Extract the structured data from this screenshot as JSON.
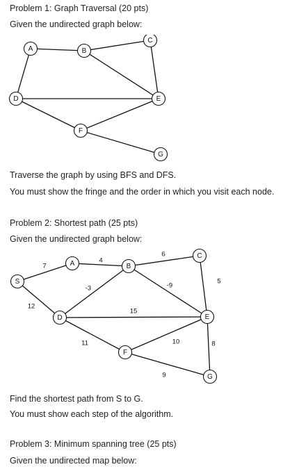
{
  "problem1": {
    "title": "Problem 1: Graph Traversal (20 pts)",
    "intro": "Given the undirected graph below:",
    "graph": {
      "nodes": [
        "A",
        "B",
        "C",
        "D",
        "E",
        "F",
        "G"
      ],
      "edges": [
        [
          "A",
          "B"
        ],
        [
          "B",
          "C"
        ],
        [
          "A",
          "D"
        ],
        [
          "B",
          "E"
        ],
        [
          "C",
          "E"
        ],
        [
          "D",
          "E"
        ],
        [
          "D",
          "F"
        ],
        [
          "F",
          "E"
        ],
        [
          "F",
          "G"
        ]
      ]
    },
    "task1": "Traverse the graph by using BFS and DFS.",
    "task2": "You must show the fringe and the order in which you visit each node."
  },
  "problem2": {
    "title": "Problem 2: Shortest path (25 pts)",
    "intro": "Given the undirected graph below:",
    "graph": {
      "nodes": [
        "S",
        "A",
        "B",
        "C",
        "D",
        "E",
        "F",
        "G"
      ],
      "edges": [
        {
          "from": "S",
          "to": "A",
          "weight": "7"
        },
        {
          "from": "S",
          "to": "D",
          "weight": "12"
        },
        {
          "from": "A",
          "to": "B",
          "weight": "4"
        },
        {
          "from": "D",
          "to": "B",
          "weight": "-3"
        },
        {
          "from": "B",
          "to": "C",
          "weight": "6"
        },
        {
          "from": "B",
          "to": "E",
          "weight": "-9"
        },
        {
          "from": "C",
          "to": "E",
          "weight": "5"
        },
        {
          "from": "D",
          "to": "E",
          "weight": "15"
        },
        {
          "from": "D",
          "to": "F",
          "weight": "11"
        },
        {
          "from": "F",
          "to": "E",
          "weight": "10"
        },
        {
          "from": "F",
          "to": "G",
          "weight": "9"
        },
        {
          "from": "E",
          "to": "G",
          "weight": "8"
        }
      ]
    },
    "task1": "Find the shortest path from S to G.",
    "task2": "You must show each step of the algorithm."
  },
  "problem3": {
    "title": "Problem 3: Minimum spanning tree (25 pts)",
    "intro": "Given the undirected map below:"
  }
}
